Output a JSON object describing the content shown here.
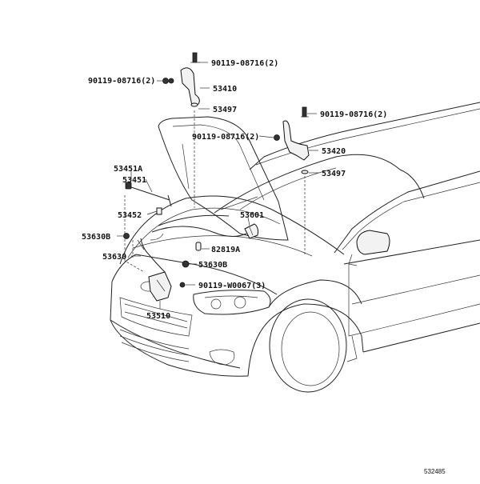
{
  "callouts": {
    "c1": "90119-08716(2)",
    "c2": "90119-08716(2)",
    "c3": "53410",
    "c4": "53497",
    "c5": "90119-08716(2)",
    "c6": "90119-08716(2)",
    "c7": "53420",
    "c8": "53497",
    "c9": "53451A",
    "c10": "53451",
    "c11": "53452",
    "c12": "53601",
    "c13": "53630B",
    "c14": "82819A",
    "c15": "53630",
    "c16": "53630B",
    "c17": "90119-W0067(3)",
    "c18": "53510"
  },
  "figure_code": "532485"
}
